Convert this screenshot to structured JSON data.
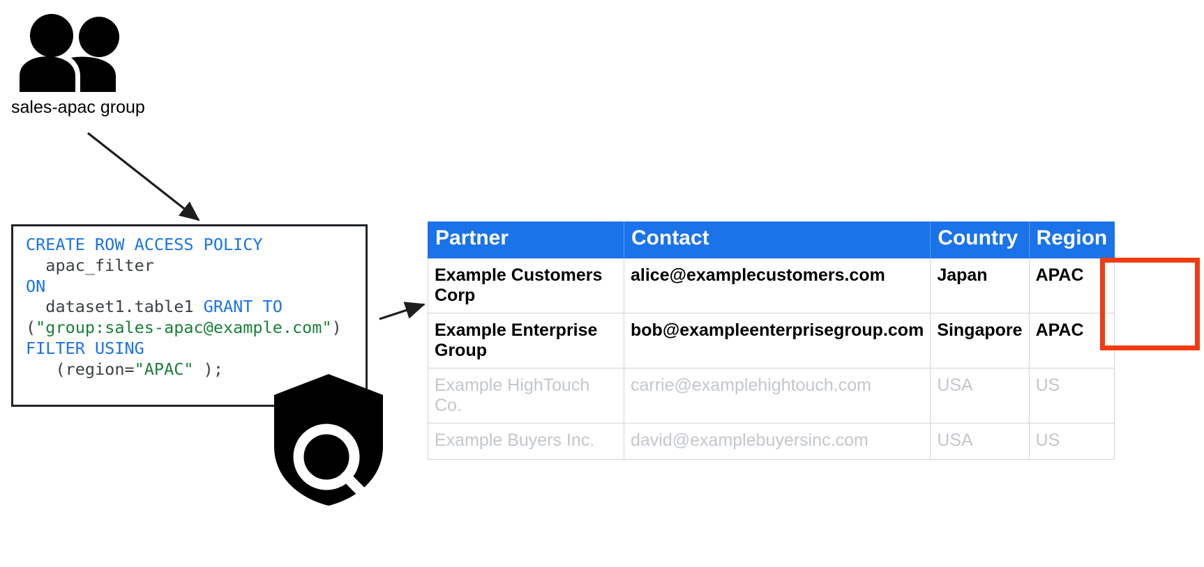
{
  "group": {
    "icon": "people-group-icon",
    "caption": "sales-apac group"
  },
  "security_icon": {
    "icon": "shield-magnifier-icon"
  },
  "code_block": {
    "language": "sql",
    "tokens": [
      {
        "t": "CREATE ROW ACCESS POLICY\n",
        "c": "kw"
      },
      {
        "t": "  apac_filter\n",
        "c": "pln"
      },
      {
        "t": "ON\n",
        "c": "kw"
      },
      {
        "t": "  dataset1.table1 ",
        "c": "pln"
      },
      {
        "t": "GRANT TO\n",
        "c": "kw"
      },
      {
        "t": "(",
        "c": "pln"
      },
      {
        "t": "\"group:sales-apac@example.com\"",
        "c": "str"
      },
      {
        "t": ")\n",
        "c": "pln"
      },
      {
        "t": "FILTER USING\n",
        "c": "kw"
      },
      {
        "t": "   (region=",
        "c": "pln"
      },
      {
        "t": "\"APAC\"",
        "c": "str"
      },
      {
        "t": " );",
        "c": "pln"
      }
    ],
    "full_text": "CREATE ROW ACCESS POLICY\n  apac_filter\nON\n  dataset1.table1 GRANT TO\n(\"group:sales-apac@example.com\")\nFILTER USING\n   (region=\"APAC\" );"
  },
  "table": {
    "headers": [
      "Partner",
      "Contact",
      "Country",
      "Region"
    ],
    "rows": [
      {
        "state": "active",
        "partner": "Example Customers Corp",
        "contact": "alice@examplecustomers.com",
        "country": "Japan",
        "region": "APAC"
      },
      {
        "state": "active",
        "partner": "Example Enterprise Group",
        "contact": "bob@exampleenterprisegroup.com",
        "country": "Singapore",
        "region": "APAC"
      },
      {
        "state": "muted",
        "partner": "Example HighTouch Co.",
        "contact": "carrie@examplehightouch.com",
        "country": "USA",
        "region": "US"
      },
      {
        "state": "muted",
        "partner": "Example Buyers Inc.",
        "contact": "david@examplebuyersinc.com",
        "country": "USA",
        "region": "US"
      }
    ]
  },
  "highlight": {
    "label": "region-apac-highlight",
    "color": "#f03c12"
  },
  "colors": {
    "header_blue": "#1a73e8",
    "keyword_blue": "#1a73e8",
    "string_green": "#188038",
    "muted_gray": "#c3c7cb",
    "highlight_red": "#f03c12",
    "box_border": "#20232a"
  },
  "arrows": [
    {
      "name": "group-to-policy-arrow"
    },
    {
      "name": "policy-to-table-arrow"
    }
  ]
}
